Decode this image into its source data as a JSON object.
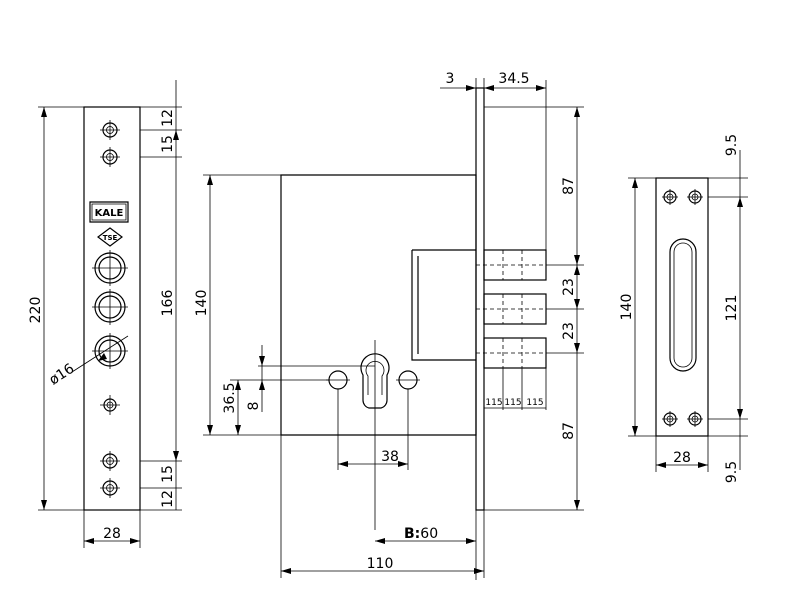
{
  "left_view": {
    "dims": {
      "height_total": "220",
      "height_holes": "166",
      "width": "28",
      "hole_dia": "ø16",
      "top_a": "12",
      "top_b": "15",
      "bot_a": "15",
      "bot_b": "12"
    },
    "logo": {
      "brand": "KALE",
      "cert": "TSE"
    }
  },
  "center_view": {
    "dims": {
      "top_3": "3",
      "top_345": "34.5",
      "body_height": "140",
      "right_87_top": "87",
      "right_23_a": "23",
      "right_23_b": "23",
      "right_87_bot": "87",
      "cyl_365": "36.5",
      "cyl_8": "8",
      "cyl_38": "38",
      "backset_prefix": "B:",
      "backset_value": "60",
      "width_110": "110",
      "bolt_spacing_1": "115",
      "bolt_spacing_2": "115",
      "bolt_spacing_3": "115"
    }
  },
  "right_view": {
    "dims": {
      "height": "140",
      "slot": "121",
      "top_95": "9.5",
      "bot_95": "9.5",
      "width": "28"
    }
  }
}
